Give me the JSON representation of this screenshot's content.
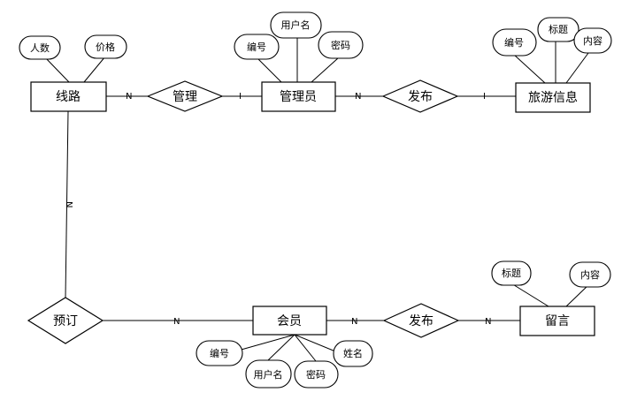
{
  "entities": {
    "route": "线路",
    "admin": "管理员",
    "travel_info": "旅游信息",
    "member": "会员",
    "message": "留言"
  },
  "relationships": {
    "manage": "管理",
    "publish_info": "发布",
    "reserve": "预订",
    "publish_message": "发布"
  },
  "attributes": {
    "route": [
      "人数",
      "价格"
    ],
    "admin": [
      "编号",
      "用户名",
      "密码"
    ],
    "travel_info": [
      "编号",
      "标题",
      "内容"
    ],
    "member": [
      "编号",
      "用户名",
      "密码",
      "姓名"
    ],
    "message": [
      "标题",
      "内容"
    ]
  },
  "cardinalities": {
    "route_manage": "N",
    "manage_admin": "I",
    "admin_publish": "N",
    "publish_info": "I",
    "route_reserve": "N",
    "reserve_member": "N",
    "member_publish": "N",
    "publish_message": "N"
  }
}
